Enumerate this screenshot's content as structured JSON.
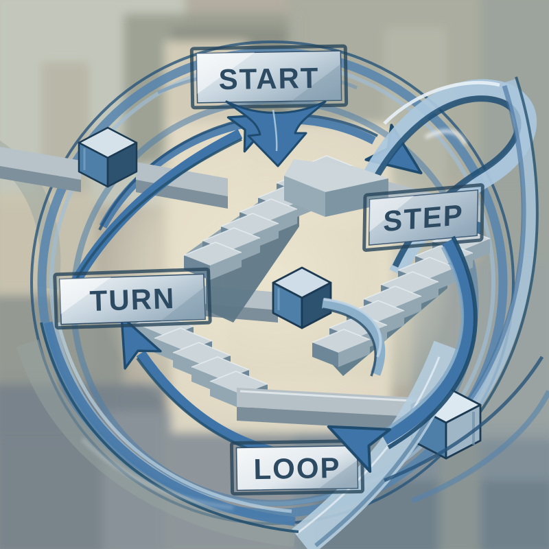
{
  "scene": {
    "description": "painterly illustration of an impossible staircase loop",
    "labels": {
      "start": "START",
      "step": "STEP",
      "turn": "TURN",
      "loop": "LOOP"
    },
    "cycle": [
      "START",
      "STEP",
      "TURN",
      "LOOP"
    ],
    "palette": {
      "background": "#b3aea0",
      "cream": "#e3dcc6",
      "accent_blue": "#3e74a7",
      "navy": "#1e4b6e",
      "light_blue": "#abc8de",
      "stair_top": "#cbd5da",
      "stair_riser": "#6d8799",
      "label_text": "#2c4a61",
      "plaque_light": "#e9eef2",
      "plaque_steel": "#9db3c2"
    }
  }
}
